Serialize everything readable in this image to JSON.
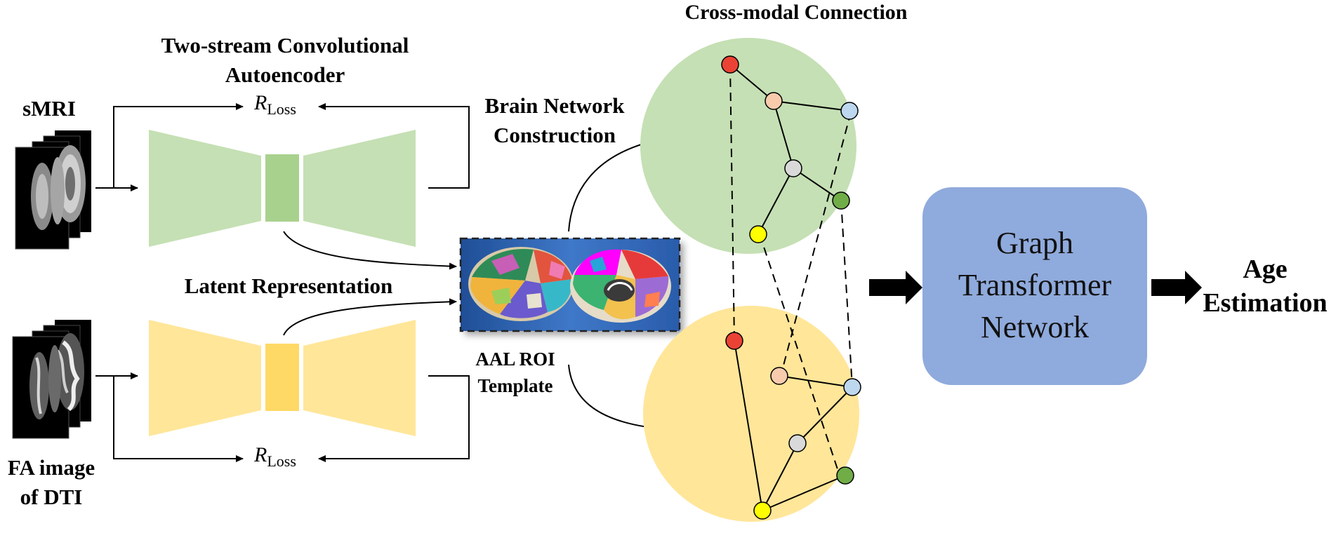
{
  "labels": {
    "cross_modal": "Cross-modal Connection",
    "autoencoder_line1": "Two-stream Convolutional",
    "autoencoder_line2": "Autoencoder",
    "smri": "sMRI",
    "brain_network_line1": "Brain Network",
    "brain_network_line2": "Construction",
    "latent": "Latent Representation",
    "aal_line1": "AAL ROI",
    "aal_line2": "Template",
    "fa_line1": "FA image",
    "fa_line2": "of DTI",
    "age_line1": "Age",
    "age_line2": "Estimation",
    "gtn_line1": "Graph",
    "gtn_line2": "Transformer",
    "gtn_line3": "Network",
    "loss_base": "R",
    "loss_sub": "Loss"
  },
  "colors": {
    "green_stream": "#c5e0b4",
    "green_latent": "#a9d18e",
    "yellow_stream": "#ffe699",
    "yellow_latent": "#ffd966",
    "gtn_box": "#8faadc",
    "node_red": "#ea4335",
    "node_peach": "#f8cbad",
    "node_lightblue": "#bdd7ee",
    "node_gray": "#d9d9d9",
    "node_green": "#70ad47",
    "node_yellow": "#ffff00"
  }
}
